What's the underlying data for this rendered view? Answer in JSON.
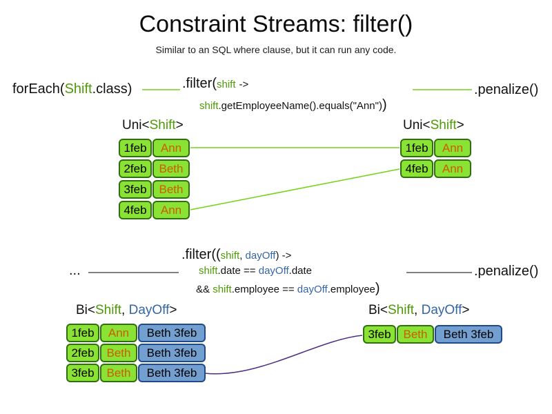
{
  "title": "Constraint Streams: filter()",
  "subtitle": "Similar to an SQL where clause, but it can run any code.",
  "colors": {
    "type_green": "#4e9a06",
    "name_orange": "#ce5c00",
    "type_blue": "#3465a4",
    "cell_green_bg": "#8ae234",
    "cell_green_border": "#2f6f0f",
    "cell_blue_bg": "#729fcf",
    "cell_blue_border": "#204a87",
    "line_green": "#73d216",
    "line_dark": "#333333",
    "line_purple": "#4b2e83"
  },
  "section1": {
    "foreach_pre": "forEach(",
    "foreach_type": "Shift",
    "foreach_post": ".class)",
    "filter_open": ".filter(",
    "filter_param": "shift",
    "filter_arrow": "->",
    "lambda_param": "shift",
    "lambda_body": ".getEmployeeName().equals(\"Ann\")",
    "lambda_close": ")",
    "penalize": ".penalize()",
    "uni_pre": "Uni<",
    "uni_type": "Shift",
    "uni_post": ">",
    "left_rows": [
      {
        "date": "1feb",
        "name": "Ann"
      },
      {
        "date": "2feb",
        "name": "Beth"
      },
      {
        "date": "3feb",
        "name": "Beth"
      },
      {
        "date": "4feb",
        "name": "Ann"
      }
    ],
    "right_rows": [
      {
        "date": "1feb",
        "name": "Ann"
      },
      {
        "date": "4feb",
        "name": "Ann"
      }
    ]
  },
  "section2": {
    "ellipsis": "...",
    "filter_open": ".filter((",
    "param1": "shift",
    "param_sep": ", ",
    "param2": "dayOff",
    "filter_close": ") ->",
    "cond1_param": "shift",
    "cond1_mid": ".date == ",
    "cond1_param2": "dayOff",
    "cond1_end": ".date",
    "cond2_open": "&& ",
    "cond2_param": "shift",
    "cond2_mid": ".employee == ",
    "cond2_param2": "dayOff",
    "cond2_end": ".employee",
    "cond2_close": ")",
    "penalize": ".penalize()",
    "bi_pre": "Bi<",
    "bi_type1": "Shift",
    "bi_sep": ", ",
    "bi_type2": "DayOff",
    "bi_post": ">",
    "left_rows": [
      {
        "date": "1feb",
        "name": "Ann",
        "dayoff": "Beth 3feb"
      },
      {
        "date": "2feb",
        "name": "Beth",
        "dayoff": "Beth 3feb"
      },
      {
        "date": "3feb",
        "name": "Beth",
        "dayoff": "Beth 3feb"
      }
    ],
    "right_rows": [
      {
        "date": "3feb",
        "name": "Beth",
        "dayoff": "Beth 3feb"
      }
    ]
  }
}
